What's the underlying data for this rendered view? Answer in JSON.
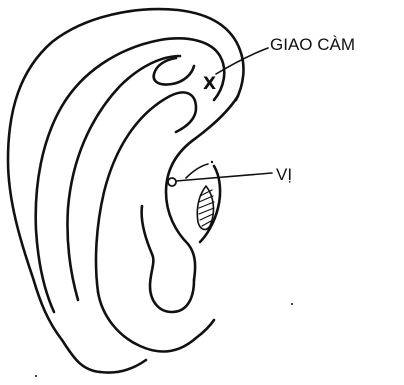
{
  "labels": {
    "giao_cam": "GIAO CÀM",
    "vi": "VỊ"
  },
  "markers": {
    "cross": "X"
  },
  "colors": {
    "ink": "#111111",
    "background": "#ffffff"
  }
}
